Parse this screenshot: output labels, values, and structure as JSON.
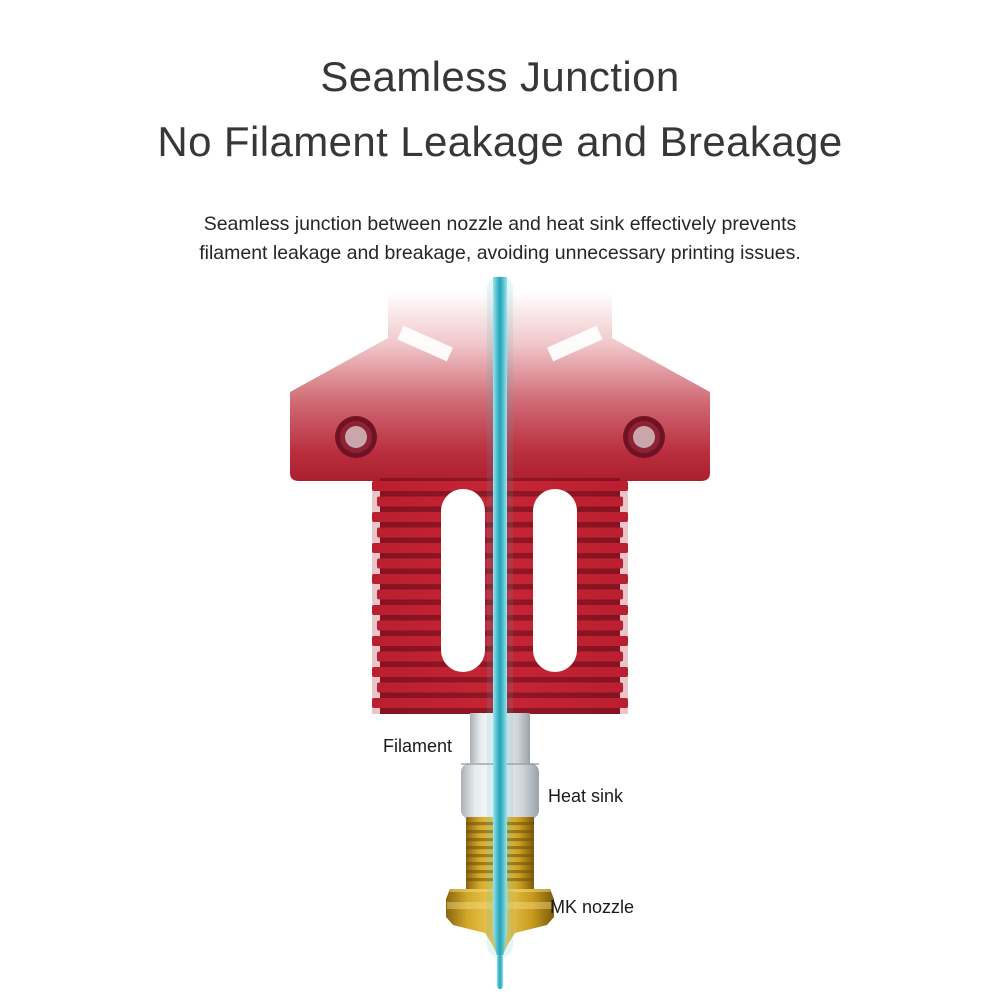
{
  "title": {
    "line1": "Seamless Junction",
    "line2": "No Filament Leakage and Breakage"
  },
  "description": {
    "line1": "Seamless junction between nozzle and heat sink effectively prevents",
    "line2": "filament leakage and breakage, avoiding unnecessary printing issues."
  },
  "diagram": {
    "labels": {
      "filament": "Filament",
      "heat_sink": "Heat sink",
      "mk_nozzle": "MK nozzle"
    },
    "colors": {
      "heatsink_red": "#c32232",
      "heatsink_dark_red": "#7c111e",
      "filament_teal": "#35b5c8",
      "heat_break_silver": "#d9dde1",
      "nozzle_brass": "#c89b1e",
      "label_text": "#1b1b1b"
    }
  }
}
